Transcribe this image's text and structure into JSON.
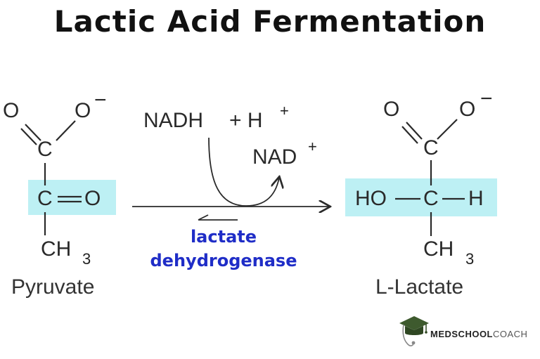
{
  "title": "Lactic Acid Fermentation",
  "colors": {
    "highlight": "#bdf0f4",
    "enzyme_text": "#1f2dc7",
    "bond": "#2a2a2a",
    "logo_green": "#3e5a2e",
    "brand_dark": "#222222",
    "brand_light": "#555555"
  },
  "pyruvate": {
    "o_double": "O",
    "o_minus": "O",
    "charge": "−",
    "c_top": "C",
    "c_mid": "C",
    "o_keto": "O",
    "ch": "CH",
    "sub3": "3",
    "name": "Pyruvate"
  },
  "reaction": {
    "nadh": "NADH",
    "plus_h": "+ H",
    "h_charge": "+",
    "nad": "NAD",
    "nad_charge": "+",
    "enzyme_line1": "lactate",
    "enzyme_line2": "dehydrogenase"
  },
  "lactate": {
    "o_double": "O",
    "o_minus": "O",
    "charge": "−",
    "c_top": "C",
    "ho": "HO",
    "c_mid": "C",
    "h": "H",
    "ch": "CH",
    "sub3": "3",
    "name": "L-Lactate"
  },
  "brand": {
    "bold": "MEDSCHOOL",
    "light": "COACH",
    "logo_icon": "graduation-cap-stethoscope-icon"
  }
}
